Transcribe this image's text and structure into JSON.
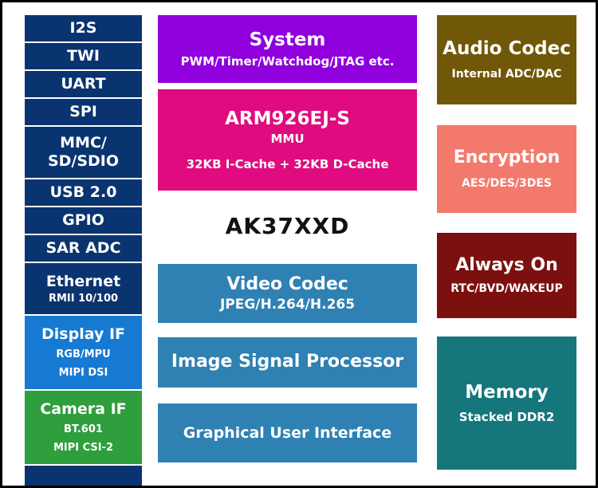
{
  "colors": {
    "navy": "#0a3470",
    "display_blue": "#167ad2",
    "camera_green": "#2f9e3c",
    "system_purple": "#8f00dd",
    "cpu_magenta": "#e00b7f",
    "codec_blue": "#2f81b3",
    "audio_brown": "#715808",
    "encryption_salmon": "#f4796d",
    "always_on_maroon": "#7c100e",
    "memory_teal": "#15767c"
  },
  "chip": {
    "label": "AK37XXD"
  },
  "left_column": {
    "i2s": "I2S",
    "twi": "TWI",
    "uart": "UART",
    "spi": "SPI",
    "mmc_line1": "MMC/",
    "mmc_line2": "SD/SDIO",
    "usb": "USB 2.0",
    "gpio": "GPIO",
    "sar_adc": "SAR ADC",
    "ethernet_line1": "Ethernet",
    "ethernet_line2": "RMII 10/100",
    "display_if_line1": "Display IF",
    "display_if_line2": "RGB/MPU",
    "display_if_line3": "MIPI DSI",
    "camera_if_line1": "Camera IF",
    "camera_if_line2": "BT.601",
    "camera_if_line3": "MIPI CSI-2"
  },
  "center_column": {
    "system": {
      "title": "System",
      "subtitle": "PWM/Timer/Watchdog/JTAG etc."
    },
    "cpu": {
      "title": "ARM926EJ-S",
      "line2": "MMU",
      "line3": "32KB I-Cache + 32KB D-Cache"
    },
    "video_codec": {
      "title": "Video Codec",
      "subtitle": "JPEG/H.264/H.265"
    },
    "isp": {
      "title": "Image Signal Processor"
    },
    "gui": {
      "title": "Graphical User Interface"
    }
  },
  "right_column": {
    "audio_codec": {
      "title": "Audio Codec",
      "subtitle": "Internal ADC/DAC"
    },
    "encryption": {
      "title": "Encryption",
      "subtitle": "AES/DES/3DES"
    },
    "always_on": {
      "title": "Always On",
      "subtitle": "RTC/BVD/WAKEUP"
    },
    "memory": {
      "title": "Memory",
      "subtitle": "Stacked DDR2"
    }
  }
}
